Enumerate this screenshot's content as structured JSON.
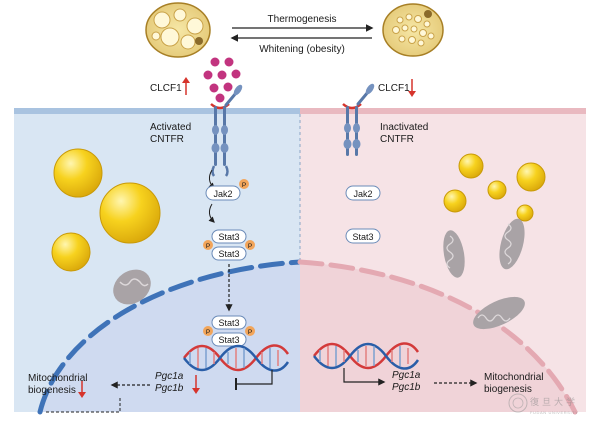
{
  "top": {
    "arrow_right_label": "Thermogenesis",
    "arrow_left_label": "Whitening (obesity)"
  },
  "left": {
    "clcf1_label": "CLCF1",
    "receptor_label_line1": "Activated",
    "receptor_label_line2": "CNTFR",
    "jak2": "Jak2",
    "stat3": "Stat3",
    "phospho": "P",
    "gene1": "Pgc1a",
    "gene2": "Pgc1b",
    "outcome_line1": "Mitochondrial",
    "outcome_line2": "biogenesis"
  },
  "right": {
    "clcf1_label": "CLCF1",
    "receptor_label_line1": "Inactivated",
    "receptor_label_line2": "CNTFR",
    "jak2": "Jak2",
    "stat3": "Stat3",
    "gene1": "Pgc1a",
    "gene2": "Pgc1b",
    "outcome_line1": "Mitochondrial",
    "outcome_line2": "biogenesis"
  },
  "watermark": {
    "text": "FUDAN UNIVERSITY"
  },
  "colors": {
    "left_bg": "#d9e6f3",
    "right_bg": "#f6e3e6",
    "membrane": "#9bb9d8",
    "ligand": "#c2347f",
    "lipid": "#f2c318",
    "mito": "#a9a3a6",
    "up_arrow": "#d6342c",
    "receptor": "#5878a8"
  }
}
